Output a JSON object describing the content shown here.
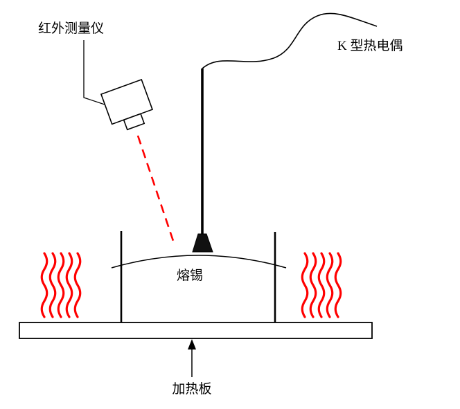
{
  "diagram": {
    "labels": {
      "infrared_meter": "红外测量仪",
      "thermocouple": "K 型热电偶",
      "molten_solder": "熔锡",
      "heating_plate": "加热板"
    },
    "colors": {
      "heat": "#ff0000",
      "laser": "#ff0000",
      "ink": "#000000"
    }
  }
}
